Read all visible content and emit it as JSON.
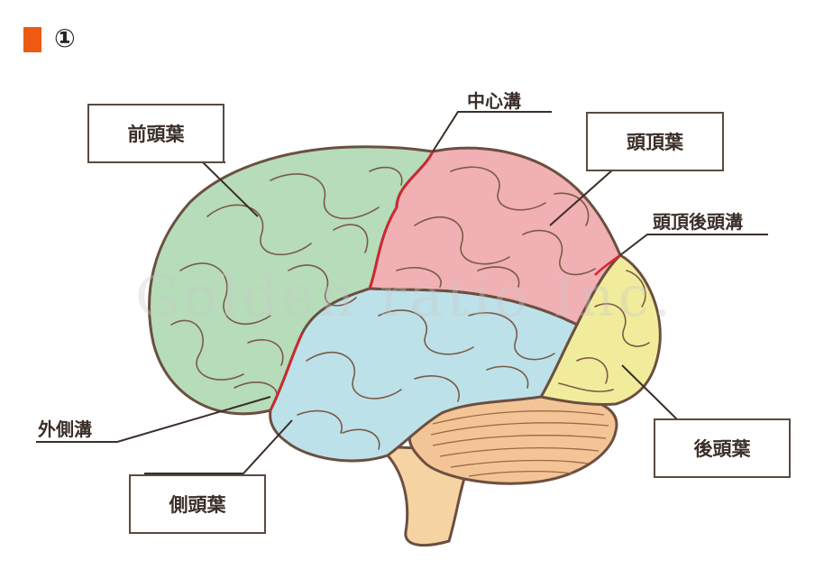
{
  "header": {
    "number": "①",
    "accent": "#ee5a12"
  },
  "labels": {
    "frontal_lobe": "前頭葉",
    "central_sulcus": "中心溝",
    "parietal_lobe": "頭頂葉",
    "parieto_occipital_sulcus": "頭頂後頭溝",
    "lateral_sulcus": "外側溝",
    "temporal_lobe": "側頭葉",
    "occipital_lobe": "後頭葉"
  },
  "watermark": "Golden ratio Inc.",
  "colors": {
    "frontal": "#b6dcb9",
    "parietal": "#f1b0b3",
    "temporal": "#bde1e8",
    "occipital": "#f1ec9c",
    "cerebellum": "#f3c495",
    "brainstem": "#f6d3a3",
    "outline": "#6b4f40",
    "sulcus": "#d8242e"
  }
}
